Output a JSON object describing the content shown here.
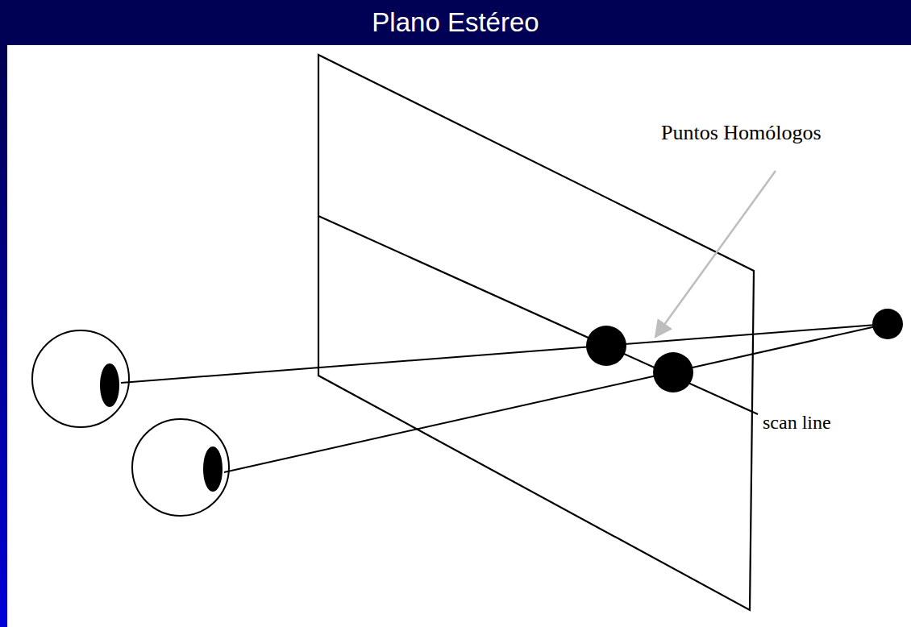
{
  "diagram": {
    "title": "Plano Estéreo",
    "labels": [
      "Puntos Homólogos",
      "scan line"
    ]
  }
}
